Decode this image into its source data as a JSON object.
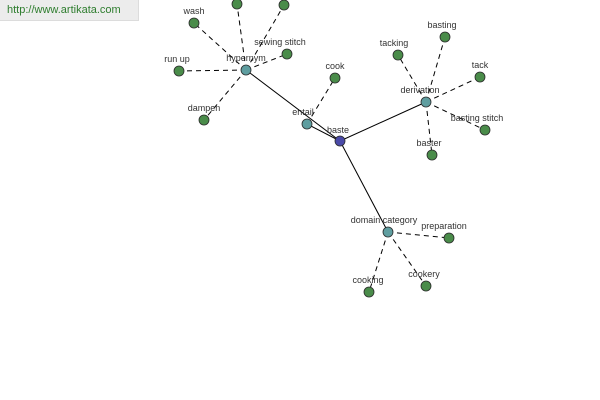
{
  "header": {
    "source_url": "http://www.artikata.com"
  },
  "colors": {
    "leaf": "#4a8c4a",
    "relation": "#5f9ea0",
    "center": "#4a4aa8",
    "outline": "#2a2a2a"
  },
  "graph": {
    "center": {
      "id": "baste",
      "label": "baste"
    },
    "relations": [
      {
        "id": "hypernym",
        "label": "hypernym"
      },
      {
        "id": "entail",
        "label": "entail"
      },
      {
        "id": "derivation",
        "label": "derivation"
      },
      {
        "id": "domain-category",
        "label": "domain category"
      }
    ],
    "leaves": [
      {
        "id": "wash",
        "label": "wash",
        "relation": "hypernym"
      },
      {
        "id": "hypernym-leaf-1",
        "label": "",
        "relation": "hypernym"
      },
      {
        "id": "hypernym-leaf-2",
        "label": "",
        "relation": "hypernym"
      },
      {
        "id": "sewing-stitch",
        "label": "sewing stitch",
        "relation": "hypernym"
      },
      {
        "id": "run-up",
        "label": "run up",
        "relation": "hypernym"
      },
      {
        "id": "dampen",
        "label": "dampen",
        "relation": "hypernym"
      },
      {
        "id": "cook",
        "label": "cook",
        "relation": "entail"
      },
      {
        "id": "tacking",
        "label": "tacking",
        "relation": "derivation"
      },
      {
        "id": "basting",
        "label": "basting",
        "relation": "derivation"
      },
      {
        "id": "tack",
        "label": "tack",
        "relation": "derivation"
      },
      {
        "id": "basting-stitch",
        "label": "basting stitch",
        "relation": "derivation"
      },
      {
        "id": "baster",
        "label": "baster",
        "relation": "derivation"
      },
      {
        "id": "preparation",
        "label": "preparation",
        "relation": "domain-category"
      },
      {
        "id": "cookery",
        "label": "cookery",
        "relation": "domain-category"
      },
      {
        "id": "cooking",
        "label": "cooking",
        "relation": "domain-category"
      }
    ]
  }
}
